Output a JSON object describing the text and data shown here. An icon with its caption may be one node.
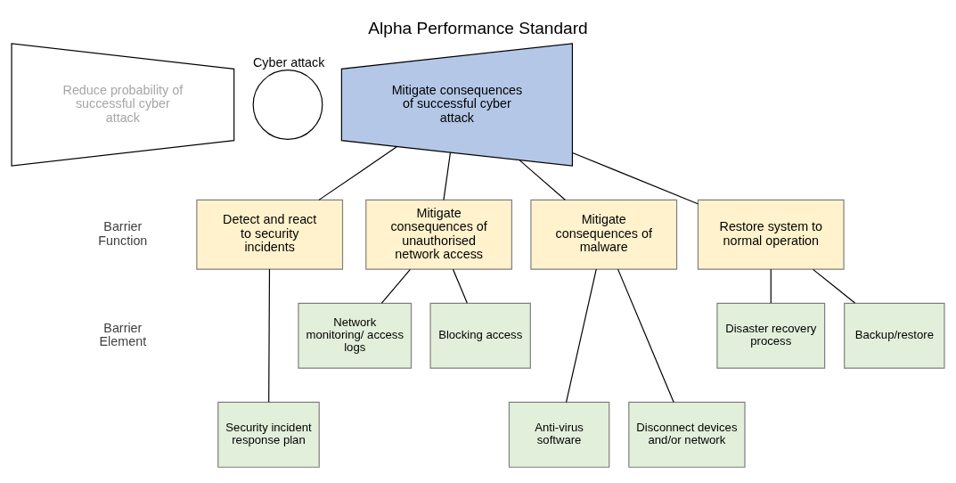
{
  "diagram": {
    "title": "Alpha Performance Standard",
    "nodes": [
      {
        "text": [
          "Reduce probability of successful cyber attack"
        ]
      },
      {
        "text": [],
        "shape": "circle",
        "beside": [
          "Cyber attack"
        ]
      },
      {
        "text": [
          "Mitigate consequences of successful cyber attack"
        ]
      },
      {
        "text": [
          "Detect and react to security incidents"
        ]
      },
      {
        "text": [
          "Mitigate consequences of unauthorised network access"
        ]
      },
      {
        "text": [
          "Mitigate consequences of malware"
        ]
      },
      {
        "text": [
          "Restore system to normal operation"
        ]
      },
      {
        "text": [
          "Network monitoring/ access logs"
        ]
      },
      {
        "text": [
          "Blocking access"
        ]
      },
      {
        "text": [
          "Disaster recovery process"
        ]
      },
      {
        "text": [
          "Backup/restore"
        ]
      },
      {
        "text": [
          "Security incident response plan"
        ]
      },
      {
        "text": [
          "Anti-virus software"
        ]
      },
      {
        "text": [
          "Disconnect devices and/or network"
        ]
      }
    ],
    "edges": [
      {
        "from": 2,
        "to": 3,
        "arrow": "none"
      },
      {
        "from": 2,
        "to": 4,
        "arrow": "none"
      },
      {
        "from": 2,
        "to": 5,
        "arrow": "none"
      },
      {
        "from": 2,
        "to": 6,
        "arrow": "none"
      },
      {
        "from": 3,
        "to": 11,
        "arrow": "none"
      },
      {
        "from": 4,
        "to": 7,
        "arrow": "none"
      },
      {
        "from": 4,
        "to": 8,
        "arrow": "none"
      },
      {
        "from": 5,
        "to": 12,
        "arrow": "none"
      },
      {
        "from": 5,
        "to": 13,
        "arrow": "none"
      },
      {
        "from": 6,
        "to": 9,
        "arrow": "none"
      },
      {
        "from": 6,
        "to": 10,
        "arrow": "none"
      }
    ],
    "labels": [
      "Barrier Function",
      "Barrier Element"
    ]
  }
}
